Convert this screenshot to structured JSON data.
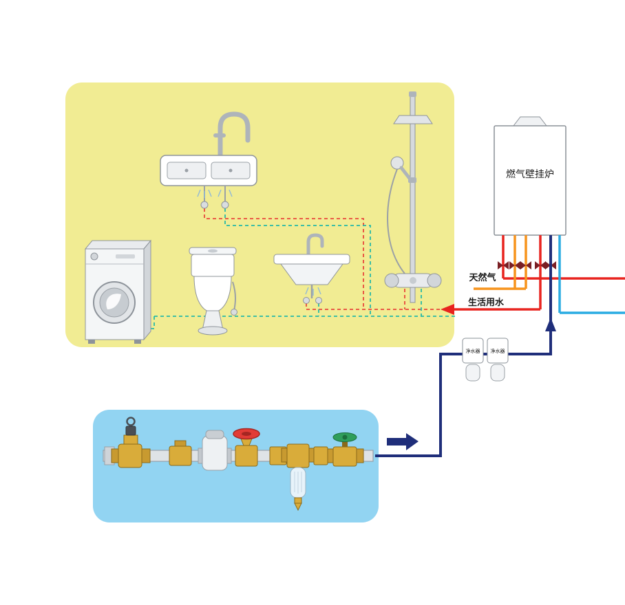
{
  "labels": {
    "boiler": "燃气壁挂炉",
    "natural_gas": "天然气",
    "domestic_water": "生活用水",
    "purifier_left": "净水器",
    "purifier_right": "净水器"
  },
  "colors": {
    "panel_yellow": "#f1ec93",
    "panel_blue": "#92d4f2",
    "pipe_red": "#e8241f",
    "pipe_orange": "#f7941d",
    "pipe_cyan": "#29abe2",
    "pipe_navy": "#1f2e7a",
    "dashed_hot": "#e8453c",
    "dashed_cold": "#25b8a8",
    "brass": "#d9ac3a",
    "brass_dark": "#8a6a1a",
    "valve_wheel_red": "#e23b36",
    "valve_handle_green": "#2f9e5b",
    "fixture_gray": "#8d939a"
  }
}
